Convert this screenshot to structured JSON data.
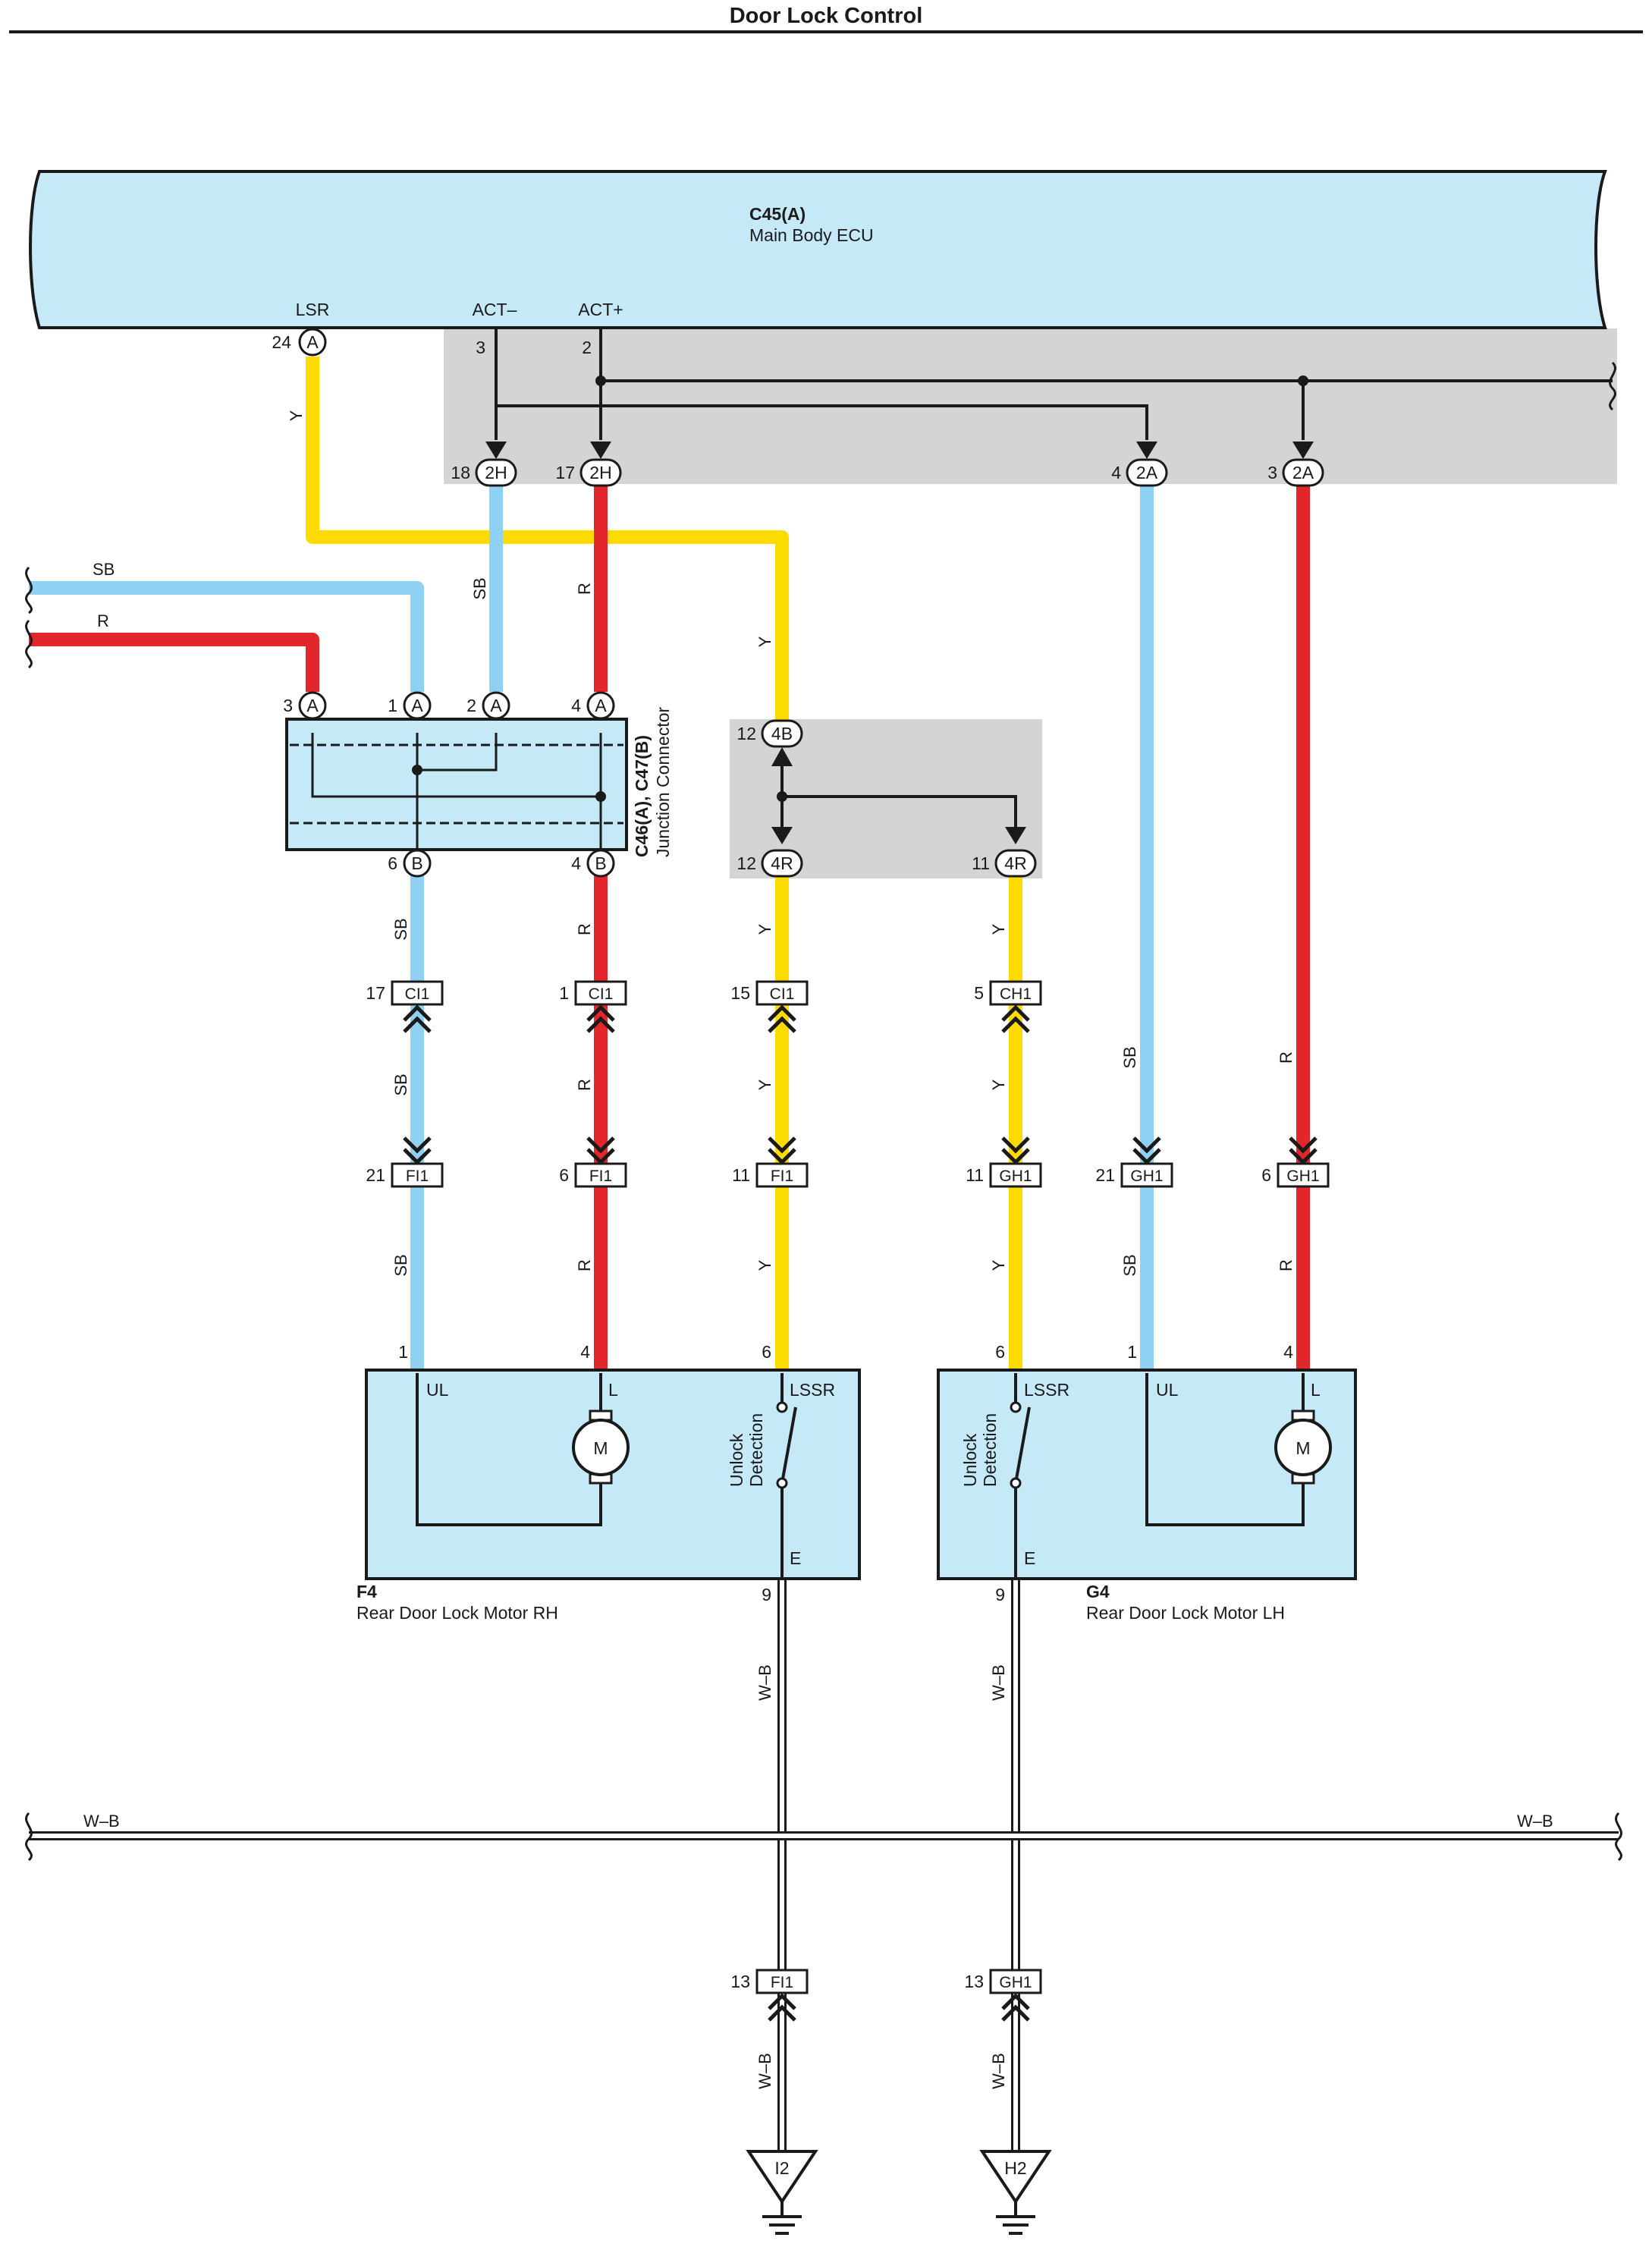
{
  "title": "Door Lock Control",
  "colors": {
    "ecu_fill": "#c6e9f8",
    "sb": "#8ed1f3",
    "r": "#e3262b",
    "y": "#fddb00",
    "shade": "#d4d4d4",
    "black": "#1a1a1a"
  },
  "ecu": {
    "id": "C45(A)",
    "name": "Main Body ECU",
    "terminals": {
      "lsr": "LSR",
      "act_minus": "ACT–",
      "act_plus": "ACT+"
    },
    "pins": {
      "lsr": "24",
      "act_minus": "3",
      "act_plus": "2"
    },
    "pin_connector": "A"
  },
  "junction": {
    "id": "C46(A), C47(B)",
    "name": "Junction Connector",
    "top_pins": [
      "3",
      "1",
      "2",
      "4"
    ],
    "top_letter": "A",
    "bottom_pins": [
      "6",
      "4"
    ],
    "bottom_letter": "B"
  },
  "junction_block_upper": {
    "pins": [
      "18",
      "17",
      "4",
      "3"
    ],
    "codes": [
      "2H",
      "2H",
      "2A",
      "2A"
    ]
  },
  "junction_block_mid": {
    "pins": [
      "12",
      "12",
      "11"
    ],
    "codes": [
      "4B",
      "4R",
      "4R"
    ]
  },
  "left_wires": {
    "sb": "SB",
    "r": "R"
  },
  "inline_top": [
    {
      "pin": "17",
      "code": "CI1"
    },
    {
      "pin": "1",
      "code": "CI1"
    },
    {
      "pin": "15",
      "code": "CI1"
    },
    {
      "pin": "5",
      "code": "CH1"
    }
  ],
  "inline_bottom": [
    {
      "pin": "21",
      "code": "FI1"
    },
    {
      "pin": "6",
      "code": "FI1"
    },
    {
      "pin": "11",
      "code": "FI1"
    },
    {
      "pin": "11",
      "code": "GH1"
    },
    {
      "pin": "21",
      "code": "GH1"
    },
    {
      "pin": "6",
      "code": "GH1"
    }
  ],
  "wire_labels": {
    "sb": "SB",
    "r": "R",
    "y": "Y",
    "wb": "W–B"
  },
  "motor_rh": {
    "id": "F4",
    "name": "Rear Door Lock Motor RH",
    "pins": {
      "ul": "1",
      "l": "4",
      "lssr": "6",
      "e": "9"
    },
    "terms": {
      "ul": "UL",
      "l": "L",
      "lssr": "LSSR",
      "e": "E"
    },
    "motor": "M",
    "switch": [
      "Unlock",
      "Detection"
    ]
  },
  "motor_lh": {
    "id": "G4",
    "name": "Rear Door Lock Motor LH",
    "pins": {
      "ul": "1",
      "l": "4",
      "lssr": "6",
      "e": "9"
    },
    "terms": {
      "ul": "UL",
      "l": "L",
      "lssr": "LSSR",
      "e": "E"
    },
    "motor": "M",
    "switch": [
      "Unlock",
      "Detection"
    ]
  },
  "ground_bus": {
    "left": "W–B",
    "right": "W–B"
  },
  "ground_connectors": [
    {
      "pin": "13",
      "code": "FI1"
    },
    {
      "pin": "13",
      "code": "GH1"
    }
  ],
  "grounds": [
    "I2",
    "H2"
  ]
}
